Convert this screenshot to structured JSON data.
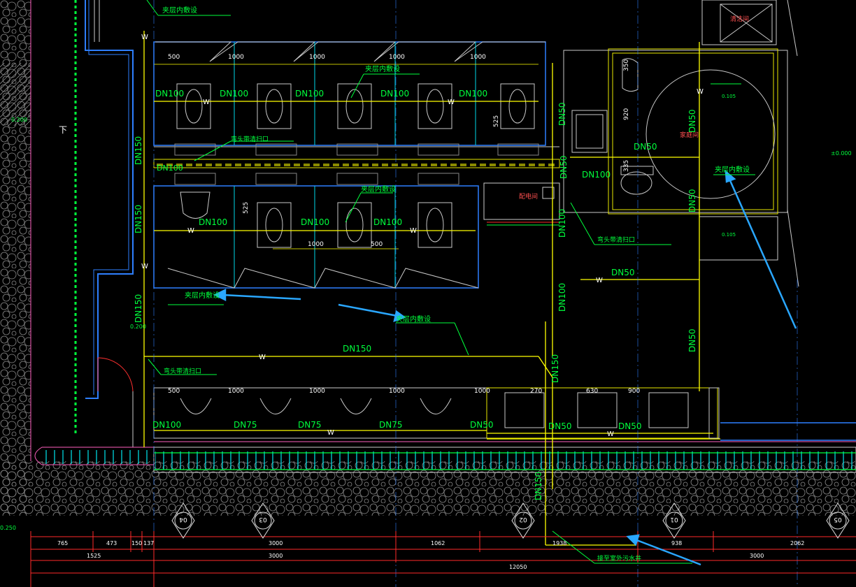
{
  "colors": {
    "background": "#000000",
    "pipe": "#ffff00",
    "text_green": "#00ff3c",
    "wall_blue": "#2e7fff",
    "wall_cyan": "#00d8e8",
    "fixture": "#c8c8c8",
    "dim_red": "#ff2a2a",
    "arrow": "#2aa7ff",
    "hatch": "#9a9a9a"
  },
  "labels": {
    "interlayer_install": "夹层内敷设",
    "elbow_cleanout": "弯头带清扫口",
    "down": "下",
    "distribution_room": "配电间",
    "family_restroom": "家庭间",
    "janitor_room": "清洁间",
    "to_outdoor_sewer": "接至室外污水井",
    "w": "W"
  },
  "pipe_labels": {
    "dn150": "DN150",
    "dn100": "DN100",
    "dn75": "DN75",
    "dn50": "DN50"
  },
  "spacing": {
    "s500": "500",
    "s1000": "1000",
    "s525": "525",
    "s270": "270",
    "s630": "630",
    "s900": "900",
    "s350": "350",
    "s920": "920",
    "s335": "335"
  },
  "levels": {
    "elev_top": "0.200",
    "elev_mid": "0.200",
    "elev_right": "±0.000",
    "elev_left": "0.250",
    "elev_small_a": "0.105",
    "elev_small_b": "0.105"
  },
  "axis_bubbles": [
    "04",
    "03",
    "02",
    "01",
    "05"
  ],
  "dimensions": {
    "row1": [
      "765",
      "473",
      "150",
      "137",
      "3000",
      "1062",
      "1938",
      "938",
      "2062"
    ],
    "row2": [
      "1525",
      "3000",
      "3000"
    ],
    "row3": [
      "12050"
    ]
  }
}
